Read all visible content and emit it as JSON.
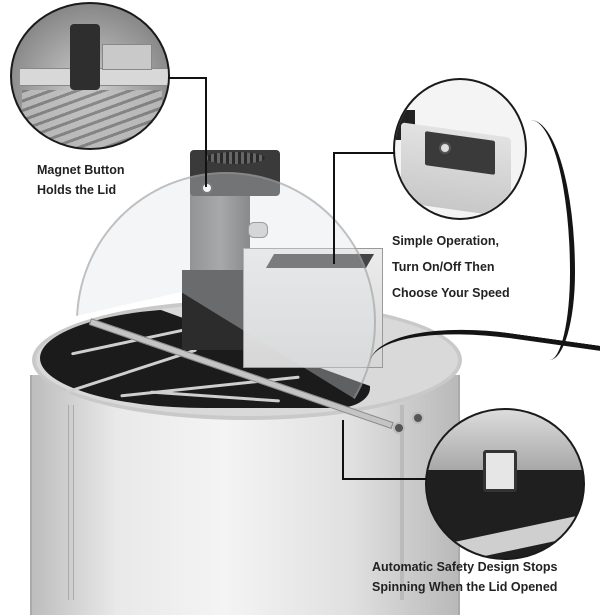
{
  "image": {
    "subject": "Electric stainless steel honey extractor with callout detail views",
    "background": "#ffffff",
    "text_color": "#222222",
    "line_color": "#111111"
  },
  "callouts": [
    {
      "id": "magnet",
      "lines": [
        "Magnet Button",
        "Holds the Lid"
      ],
      "inset_description": "Top view of lid with motor and basket"
    },
    {
      "id": "operation",
      "lines": [
        "Simple Operation,",
        "Turn On/Off Then",
        "Choose Your Speed"
      ],
      "inset_description": "Control box with speed knob"
    },
    {
      "id": "safety",
      "lines": [
        "Automatic Safety Design Stops",
        "Spinning When the Lid Opened"
      ],
      "inset_description": "Lid safety switch close-up"
    }
  ]
}
